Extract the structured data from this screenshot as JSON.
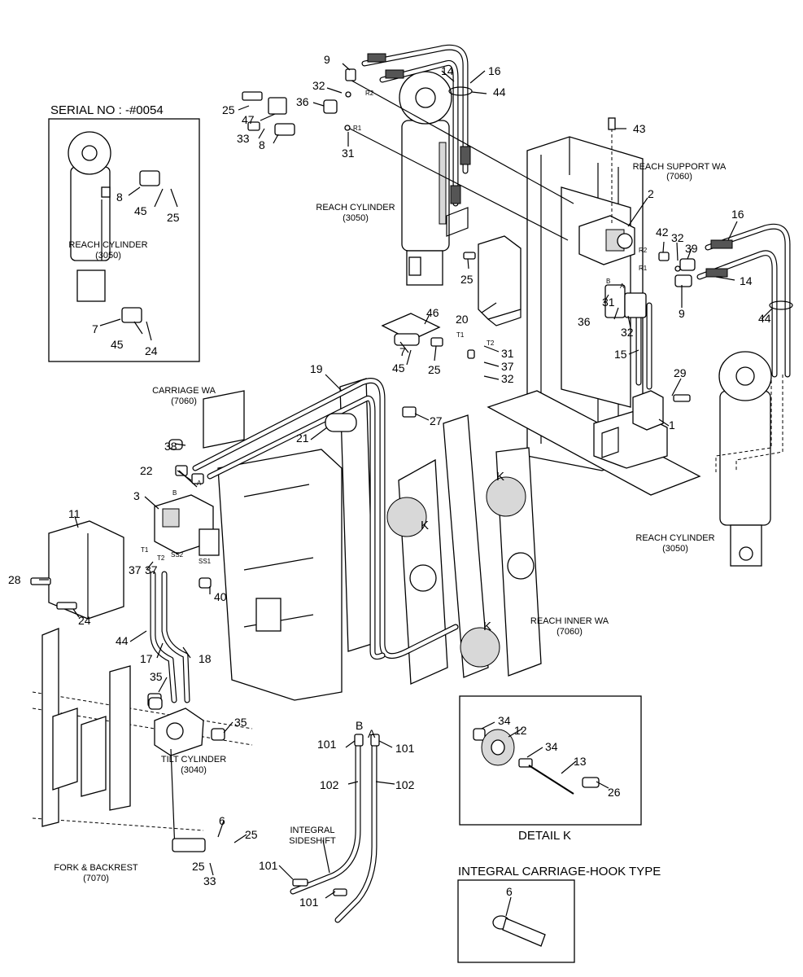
{
  "frames": {
    "serial_title": "SERIAL NO : -#0054",
    "detail_title": "DETAIL K",
    "hook_title": "INTEGRAL CARRIAGE-HOOK TYPE"
  },
  "captions": {
    "reach_support": [
      "REACH SUPPORT WA",
      "(7060)"
    ],
    "reach_cyl_top": [
      "REACH CYLINDER",
      "(3050)"
    ],
    "reach_cyl_inset": [
      "REACH CYLINDER",
      "(3050)"
    ],
    "reach_cyl_right": [
      "REACH CYLINDER",
      "(3050)"
    ],
    "carriage": [
      "CARRIAGE WA",
      "(7060)"
    ],
    "reach_inner": [
      "REACH INNER WA",
      "(7060)"
    ],
    "tilt_cyl": [
      "TILT CYLINDER",
      "(3040)"
    ],
    "fork": [
      "FORK & BACKREST",
      "(7070)"
    ],
    "sideshift": [
      "INTEGRAL",
      "SIDESHIFT"
    ]
  },
  "port_labels": {
    "R1": "R1",
    "R2": "R2",
    "A": "A",
    "B": "B",
    "T1": "T1",
    "T2": "T2",
    "SS1": "SS1",
    "SS2": "SS2",
    "K": "K"
  },
  "callouts": [
    "1",
    "2",
    "3",
    "6",
    "6",
    "7",
    "7",
    "8",
    "8",
    "9",
    "9",
    "11",
    "12",
    "13",
    "14",
    "14",
    "15",
    "16",
    "16",
    "17",
    "18",
    "19",
    "20",
    "21",
    "22",
    "24",
    "24",
    "25",
    "25",
    "25",
    "25",
    "25",
    "25",
    "26",
    "27",
    "28",
    "29",
    "31",
    "31",
    "31",
    "32",
    "32",
    "32",
    "32",
    "33",
    "33",
    "34",
    "34",
    "35",
    "35",
    "36",
    "36",
    "37",
    "37",
    "37",
    "38",
    "39",
    "40",
    "42",
    "43",
    "44",
    "44",
    "44",
    "45",
    "45",
    "45",
    "46",
    "47",
    "101",
    "101",
    "101",
    "101",
    "102",
    "102",
    "A",
    "B"
  ]
}
